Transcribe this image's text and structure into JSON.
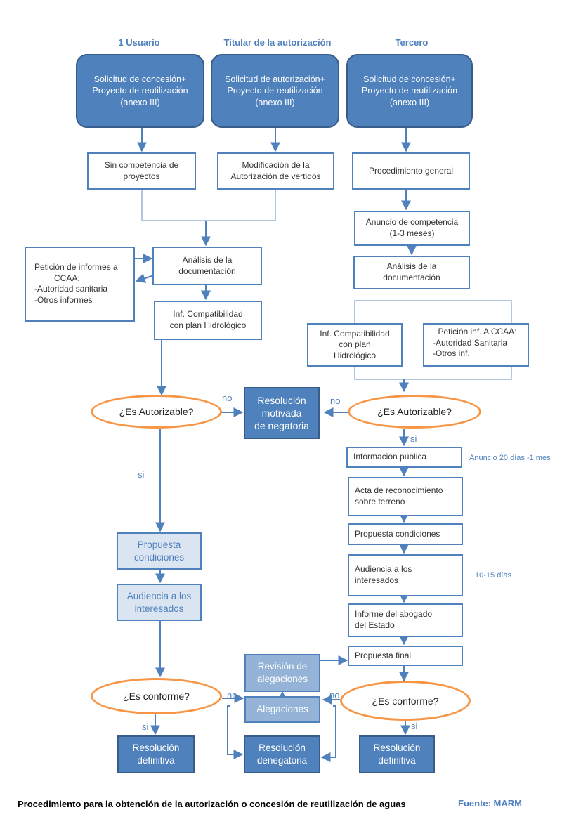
{
  "headers": {
    "usuario": "1 Usuario",
    "titular": "Titular de la autorización",
    "tercero": "Tercero"
  },
  "top_boxes": {
    "usuario": [
      "Solicitud de concesión+",
      "Proyecto de reutilización",
      "(anexo III)"
    ],
    "titular": [
      "Solicitud de autorización+",
      "Proyecto de reutilización",
      "(anexo III)"
    ],
    "tercero": [
      "Solicitud de concesión+",
      "Proyecto de reutilización",
      "(anexo III)"
    ]
  },
  "left": {
    "sin_competencia": [
      "Sin competencia de",
      "proyectos"
    ],
    "modificacion": [
      "Modificación de la",
      "Autorización de vertidos"
    ],
    "analisis": [
      "Análisis de la",
      "documentación"
    ],
    "peticion": [
      "Petición de informes a",
      "CCAA:",
      "-Autoridad sanitaria",
      "-Otros informes"
    ],
    "compatibilidad": [
      "Inf. Compatibilidad",
      "con plan Hidrológico"
    ],
    "es_autorizable": "¿Es Autorizable?",
    "propuesta": [
      "Propuesta",
      "condiciones"
    ],
    "audiencia": [
      "Audiencia a los",
      "interesados"
    ],
    "es_conforme": "¿Es conforme?",
    "resolucion_definitiva": [
      "Resolución",
      "definitiva"
    ]
  },
  "center": {
    "resolucion_motivada": [
      "Resolución",
      "motivada",
      "de negatoria"
    ],
    "revision": [
      "Revisión de",
      "alegaciones"
    ],
    "alegaciones": "Alegaciones",
    "resolucion_denegatoria": [
      "Resolución",
      "denegatoria"
    ]
  },
  "right": {
    "procedimiento": "Procedimiento general",
    "anuncio": [
      "Anuncio de competencia",
      "(1-3 meses)"
    ],
    "analisis": [
      "Análisis de la",
      "documentación"
    ],
    "compatibilidad": [
      "Inf. Compatibilidad",
      "con plan",
      "Hidrológico"
    ],
    "peticion": [
      "Petición inf. A CCAA:",
      "-Autoridad Sanitaria",
      "-Otros inf."
    ],
    "es_autorizable": "¿Es Autorizable?",
    "informacion_publica": "Información pública",
    "acta": [
      "Acta de reconocimiento",
      "sobre terreno"
    ],
    "propuesta_condiciones": "Propuesta condiciones",
    "audiencia": [
      "Audiencia a los",
      "interesados"
    ],
    "informe_abogado": [
      "Informe del abogado",
      "del Estado"
    ],
    "propuesta_final": "Propuesta final",
    "es_conforme": "¿Es conforme?",
    "resolucion_definitiva": [
      "Resolución",
      "definitiva"
    ]
  },
  "labels": {
    "no_left": "no",
    "no_right": "no",
    "si_left": "si",
    "si_right": "si",
    "no_conforme_left": "no",
    "no_conforme_right": "no",
    "si_conforme_left": "si",
    "si_conforme_right": "si"
  },
  "notes": {
    "anuncio_plazo": "Anuncio 20 días -1 mes",
    "audiencia_plazo": "10-15 días"
  },
  "caption": "Procedimiento para la obtención de la autorización o concesión de reutilización de aguas",
  "source": "Fuente: MARM",
  "colors": {
    "dark_blue": "#4f81bd",
    "light_blue": "#dbe5f1",
    "mid_blue": "#95b3d7",
    "orange": "#f79646"
  }
}
